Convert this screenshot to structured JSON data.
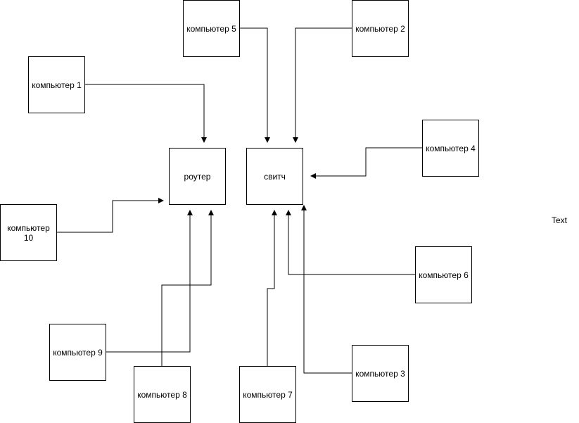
{
  "diagram": {
    "nodes": {
      "router": {
        "label": "роутер"
      },
      "switch": {
        "label": "свитч"
      },
      "pc1": {
        "label": "компьютер 1"
      },
      "pc2": {
        "label": "компьютер 2"
      },
      "pc3": {
        "label": "компьютер 3"
      },
      "pc4": {
        "label": "компьютер 4"
      },
      "pc5": {
        "label": "компьютер 5"
      },
      "pc6": {
        "label": "компьютер 6"
      },
      "pc7": {
        "label": "компьютер 7"
      },
      "pc8": {
        "label": "компьютер 8"
      },
      "pc9": {
        "label": "компьютер 9"
      },
      "pc10": {
        "label": "компьютер 10"
      }
    },
    "edges": [
      {
        "from": "компьютер 1",
        "to": "роутер"
      },
      {
        "from": "компьютер 10",
        "to": "роутер"
      },
      {
        "from": "компьютер 9",
        "to": "роутер"
      },
      {
        "from": "компьютер 8",
        "to": "роутер"
      },
      {
        "from": "компьютер 5",
        "to": "свитч"
      },
      {
        "from": "компьютер 2",
        "to": "свитч"
      },
      {
        "from": "компьютер 4",
        "to": "свитч"
      },
      {
        "from": "компьютер 6",
        "to": "свитч"
      },
      {
        "from": "компьютер 7",
        "to": "свитч"
      },
      {
        "from": "компьютер 3",
        "to": "свитч"
      }
    ],
    "free_text": "Text",
    "line_color": "#000000"
  }
}
